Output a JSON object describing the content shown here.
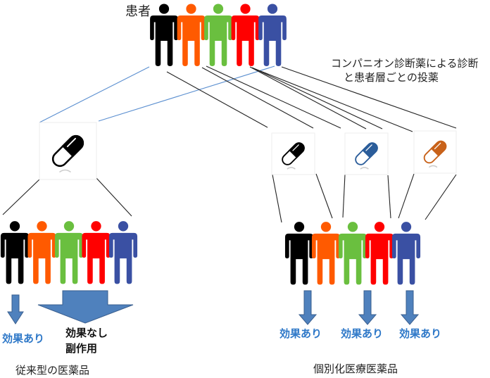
{
  "labels": {
    "patients": "患者",
    "companion_line1": "コンパニオン診断薬による診断",
    "companion_line2": "と患者層ごとの投薬",
    "conventional_title": "従来型の医薬品",
    "personalized_title": "個別化医療医薬品",
    "effect_yes": "効果あり",
    "effect_no_line1": "効果なし",
    "effect_no_line2": "副作用"
  },
  "colors": {
    "black": "#000000",
    "orange": "#ff5a00",
    "green": "#6abf3f",
    "red": "#ff0000",
    "blue": "#3a50a3",
    "arrow_fill": "#4f81bd",
    "arrow_stroke": "#3a5f8f",
    "effect_text": "#2e78c8",
    "link_line_blue": "#5b8fd0",
    "pill_blue": "#2b5d9a",
    "pill_orange": "#c8621a"
  },
  "patient_groups": [
    {
      "id": "top",
      "figures": [
        "black",
        "orange",
        "green",
        "red",
        "blue"
      ]
    },
    {
      "id": "conventional",
      "figures": [
        "black",
        "orange",
        "green",
        "red",
        "blue"
      ]
    },
    {
      "id": "personalized",
      "figures": [
        "black",
        "orange",
        "green",
        "red",
        "blue"
      ]
    }
  ],
  "pills": [
    {
      "id": "conventional-pill",
      "color": "black"
    },
    {
      "id": "personalized-pill-1",
      "color": "black"
    },
    {
      "id": "personalized-pill-2",
      "color": "pill_blue"
    },
    {
      "id": "personalized-pill-3",
      "color": "pill_orange"
    }
  ]
}
